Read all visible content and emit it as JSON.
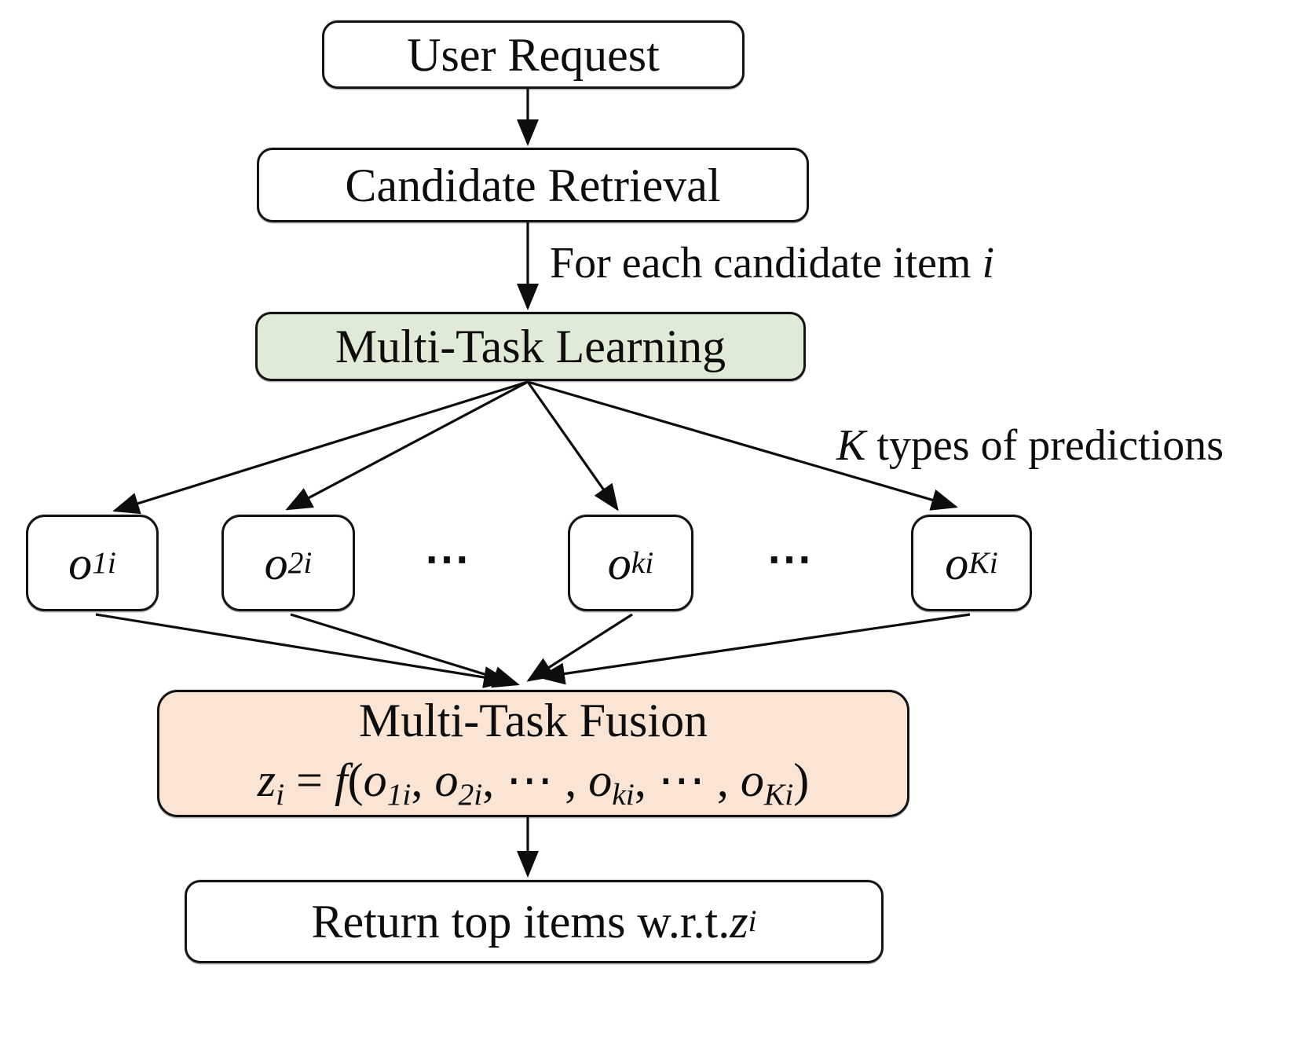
{
  "figure": {
    "background": "#ffffff",
    "colors": {
      "arrow_line": "#0d0d0d",
      "box_border": "#141414",
      "learning_fill": "#e0ebd7",
      "fusion_fill": "#fae4d4",
      "plain_fill": "#ffffff",
      "text": "#0d0d0d"
    },
    "nodes": {
      "user_request": {
        "label": "User Request",
        "fill": "#ffffff"
      },
      "candidate_retrieval": {
        "label": "Candidate Retrieval",
        "fill": "#ffffff"
      },
      "multi_task_learning": {
        "label": "Multi-Task Learning",
        "fill": "#e0ebd7"
      },
      "multi_task_fusion": {
        "title": "Multi-Task Fusion",
        "fill": "#fae4d4",
        "formula": [
          {
            "v": "z"
          },
          {
            "s": "i"
          },
          {
            "t": " = "
          },
          {
            "v": "f"
          },
          {
            "t": "("
          },
          {
            "v": "o"
          },
          {
            "s": "1i"
          },
          {
            "t": ", "
          },
          {
            "v": "o"
          },
          {
            "s": "2i"
          },
          {
            "t": ", ⋯ , "
          },
          {
            "v": "o"
          },
          {
            "s": "ki"
          },
          {
            "t": ", ⋯ , "
          },
          {
            "v": "o"
          },
          {
            "s": "Ki"
          },
          {
            "t": ")"
          }
        ]
      },
      "return_top_items": {
        "fill": "#ffffff",
        "label": [
          {
            "t": "Return top items w.r.t. "
          },
          {
            "v": "z"
          },
          {
            "s": "i"
          }
        ]
      }
    },
    "predictions": {
      "items": [
        {
          "label": [
            {
              "v": "o"
            },
            {
              "s": "1i"
            }
          ]
        },
        {
          "label": [
            {
              "v": "o"
            },
            {
              "s": "2i"
            }
          ]
        },
        {
          "label": [
            {
              "v": "o"
            },
            {
              "s": "ki"
            }
          ]
        },
        {
          "label": [
            {
              "v": "o"
            },
            {
              "s": "Ki"
            }
          ]
        }
      ],
      "ellipsis": "⋯"
    },
    "edge_labels": {
      "for_each_candidate": [
        {
          "t": "For each candidate item "
        },
        {
          "v": "i"
        }
      ],
      "k_types_of_predictions": [
        {
          "v": "K"
        },
        {
          "t": " types of predictions"
        }
      ]
    }
  }
}
